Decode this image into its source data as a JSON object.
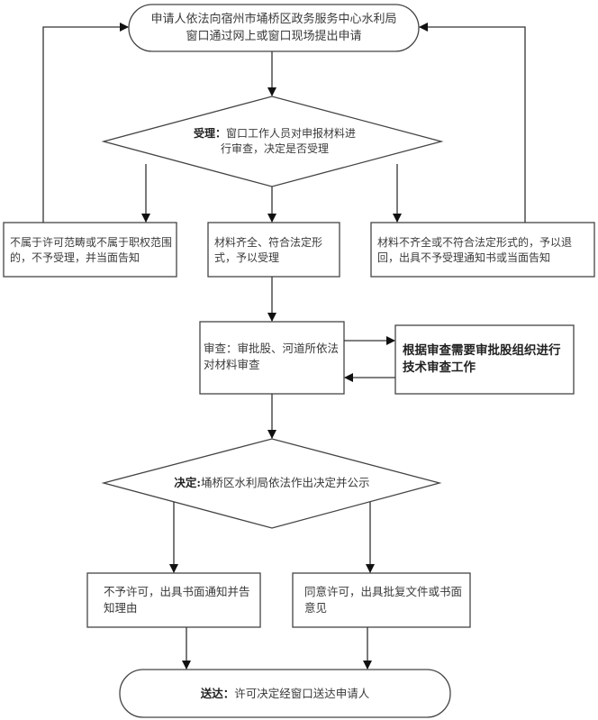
{
  "nodes": {
    "start": {
      "type": "terminal",
      "lines": [
        "申请人依法向宿州市埇桥区政务服务中心水利局",
        "窗口通过网上或窗口现场提出申请"
      ]
    },
    "accept_decision": {
      "type": "decision",
      "label": "受理：",
      "lines": [
        "窗口工作人员对申报材料进",
        "行审查，决定是否受理"
      ]
    },
    "reject_out_of_scope": {
      "type": "process",
      "text": "不属于许可范畴或不属于职权范围的，不予受理，并当面告知"
    },
    "accept": {
      "type": "process",
      "text": "材料齐全、符合法定形式，予以受理"
    },
    "return_incomplete": {
      "type": "process",
      "text": "材料不齐全或不符合法定形式的，予以退回，出具不予受理通知书或当面告知"
    },
    "review": {
      "type": "process",
      "text": "审查：审批股、河道所依法对材料审查"
    },
    "technical_review": {
      "type": "process",
      "text": "根据审查需要审批股组织进行技术审查工作"
    },
    "final_decision": {
      "type": "decision",
      "label": "决定:",
      "text": "埇桥区水利局依法作出决定并公示"
    },
    "deny": {
      "type": "process",
      "text": "不予许可，出具书面通知并告知理由"
    },
    "approve": {
      "type": "process",
      "text": "同意许可，出具批复文件或书面意见"
    },
    "deliver": {
      "type": "terminal",
      "label": "送达：",
      "text": "许可决定经窗口送达申请人"
    }
  },
  "edges": [
    {
      "from": "start",
      "to": "accept_decision"
    },
    {
      "from": "accept_decision",
      "to": "reject_out_of_scope"
    },
    {
      "from": "accept_decision",
      "to": "accept"
    },
    {
      "from": "accept_decision",
      "to": "return_incomplete"
    },
    {
      "from": "reject_out_of_scope",
      "to": "start"
    },
    {
      "from": "return_incomplete",
      "to": "start"
    },
    {
      "from": "accept",
      "to": "review"
    },
    {
      "from": "review",
      "to": "technical_review"
    },
    {
      "from": "technical_review",
      "to": "review"
    },
    {
      "from": "review",
      "to": "final_decision"
    },
    {
      "from": "final_decision",
      "to": "deny"
    },
    {
      "from": "final_decision",
      "to": "approve"
    },
    {
      "from": "deny",
      "to": "deliver"
    },
    {
      "from": "approve",
      "to": "deliver"
    }
  ]
}
